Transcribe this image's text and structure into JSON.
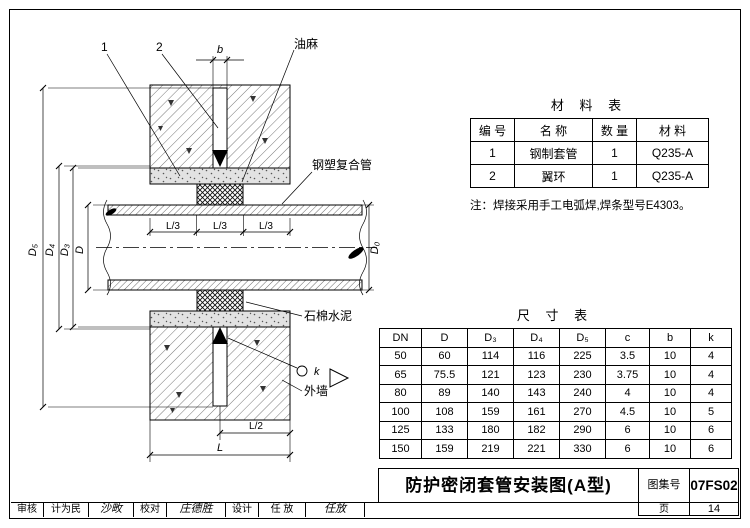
{
  "drawing": {
    "labels": {
      "part1": "1",
      "part2": "2",
      "b": "b",
      "youma": "油麻",
      "pipe": "钢塑复合管",
      "asbestos": "石棉水泥",
      "wall": "外墙",
      "k": "k",
      "d5": "D₅",
      "d4": "D₄",
      "d3": "D₃",
      "d": "D",
      "d0": "D₀",
      "l3": "L/3",
      "l2": "L/2",
      "l": "L"
    }
  },
  "materials_table": {
    "title": "材 料 表",
    "columns": [
      "编 号",
      "名 称",
      "数 量",
      "材 料"
    ],
    "rows": [
      [
        "1",
        "钢制套管",
        "1",
        "Q235-A"
      ],
      [
        "2",
        "翼环",
        "1",
        "Q235-A"
      ]
    ],
    "note": "注：焊接采用手工电弧焊,焊条型号E4303。"
  },
  "size_table": {
    "title": "尺 寸 表",
    "columns": [
      "DN",
      "D",
      "D₃",
      "D₄",
      "D₅",
      "c",
      "b",
      "k"
    ],
    "rows": [
      [
        "50",
        "60",
        "114",
        "116",
        "225",
        "3.5",
        "10",
        "4"
      ],
      [
        "65",
        "75.5",
        "121",
        "123",
        "230",
        "3.75",
        "10",
        "4"
      ],
      [
        "80",
        "89",
        "140",
        "143",
        "240",
        "4",
        "10",
        "4"
      ],
      [
        "100",
        "108",
        "159",
        "161",
        "270",
        "4.5",
        "10",
        "5"
      ],
      [
        "125",
        "133",
        "180",
        "182",
        "290",
        "6",
        "10",
        "6"
      ],
      [
        "150",
        "159",
        "219",
        "221",
        "330",
        "6",
        "10",
        "6"
      ]
    ]
  },
  "title_block": {
    "title": "防护密闭套管安装图(A型)",
    "atlas_label": "图集号",
    "atlas_no": "07FS02",
    "page_label": "页",
    "page_no": "14",
    "reviewer_label": "审核",
    "reviewer_name": "计为民",
    "reviewer_sig": "沙畋",
    "checker_label": "校对",
    "checker_sig": "庄德胜",
    "designer_label": "设计",
    "designer_name": "任 放",
    "designer_sig": "任放"
  }
}
